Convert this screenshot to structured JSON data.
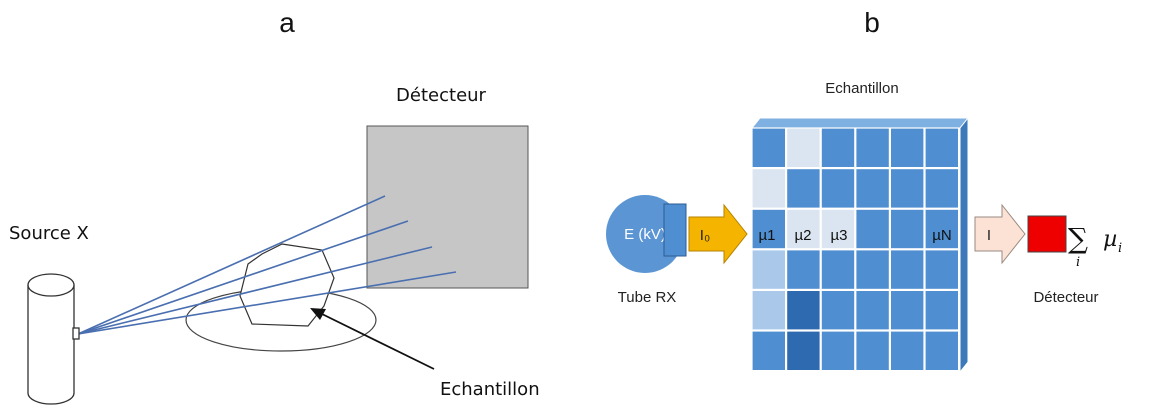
{
  "panel_a": {
    "letter": "a",
    "detector_label": "Détecteur",
    "source_label": "Source X",
    "sample_label": "Echantillon",
    "colors": {
      "detector_fill": "#c6c6c6",
      "beam": "#4a6fb0"
    }
  },
  "panel_b": {
    "letter": "b",
    "sample_title": "Echantillon",
    "source_energy": "E (kV)",
    "tube_label": "Tube RX",
    "incident_intensity": "I₀",
    "transmitted_intensity": "I",
    "detector_label": "Détecteur",
    "cell_labels": [
      "µ1",
      "µ2",
      "µ3",
      "µN"
    ],
    "formula": {
      "sum_symbol": "∑",
      "index": "i",
      "variable": "µ",
      "subscript": "i"
    },
    "colors": {
      "source": "#5b95d3",
      "cell": "#4f8ed0",
      "cell_light": "#a9c8ea",
      "cell_pale": "#dbe5f1",
      "cell_dark": "#2e6ab0",
      "arrow_in": "#f5b400",
      "arrow_out": "#fbe2d5",
      "detector": "#ee0000"
    }
  }
}
